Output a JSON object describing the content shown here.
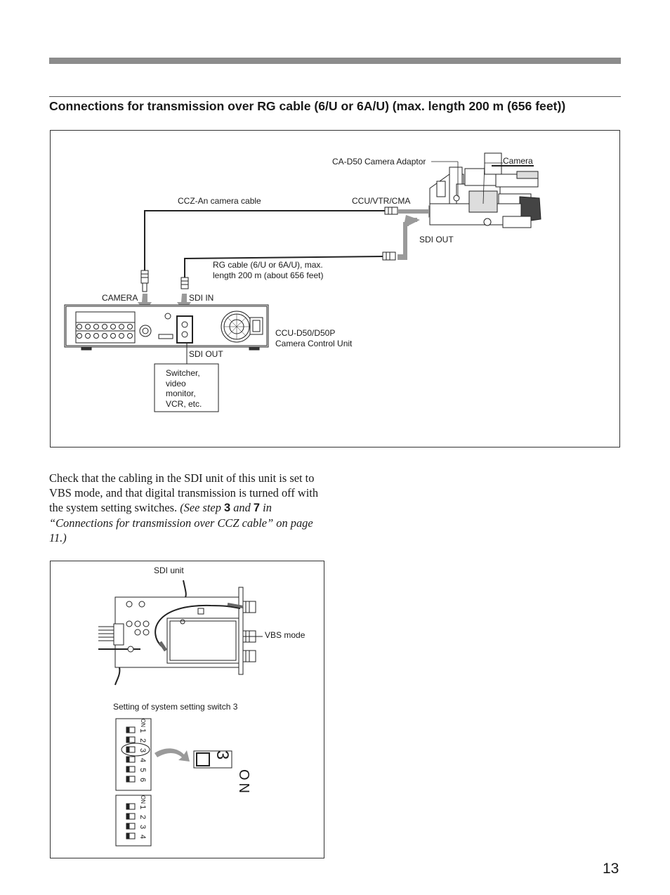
{
  "page": {
    "title": "Connections for transmission over RG cable (6/U or 6A/U) (max. length 200 m (656 feet))",
    "page_number": "13"
  },
  "diagram1": {
    "ca_d50_label": "CA-D50 Camera Adaptor",
    "camera_label": "Camera",
    "ccz_cable_label": "CCZ-An camera cable",
    "ccu_vtr_cma_label": "CCU/VTR/CMA",
    "sdi_out_top_label": "SDI OUT",
    "rg_cable_line1": "RG cable (6/U or 6A/U), max.",
    "rg_cable_line2": "length 200 m (about 656 feet)",
    "camera_port_label": "CAMERA",
    "sdi_in_label": "SDI IN",
    "ccu_line1": "CCU-D50/D50P",
    "ccu_line2": "Camera Control Unit",
    "sdi_out_bottom_label": "SDI OUT",
    "switcher_lines": [
      "Switcher,",
      "video",
      "monitor,",
      "VCR, etc."
    ]
  },
  "paragraph": {
    "text1": "Check that the cabling in the SDI unit of this unit is set to VBS mode, and that digital transmission is turned off with the system setting switches. ",
    "italic1": "(See step ",
    "bold1": "3",
    "italic2": " and ",
    "bold2": "7",
    "italic3": " in “Connections for transmission over CCZ cable” on page 11.)"
  },
  "diagram2": {
    "sdi_unit_label": "SDI unit",
    "vbs_mode_label": "VBS mode",
    "switch_setting_label": "Setting of system setting switch 3",
    "switch_bank1_numbers": [
      "1",
      "2",
      "3",
      "4",
      "5",
      "6"
    ],
    "switch_bank2_numbers": [
      "1",
      "2",
      "3",
      "4"
    ],
    "on_label": "ON",
    "big_switch_number": "3",
    "big_on_label": "ON"
  }
}
